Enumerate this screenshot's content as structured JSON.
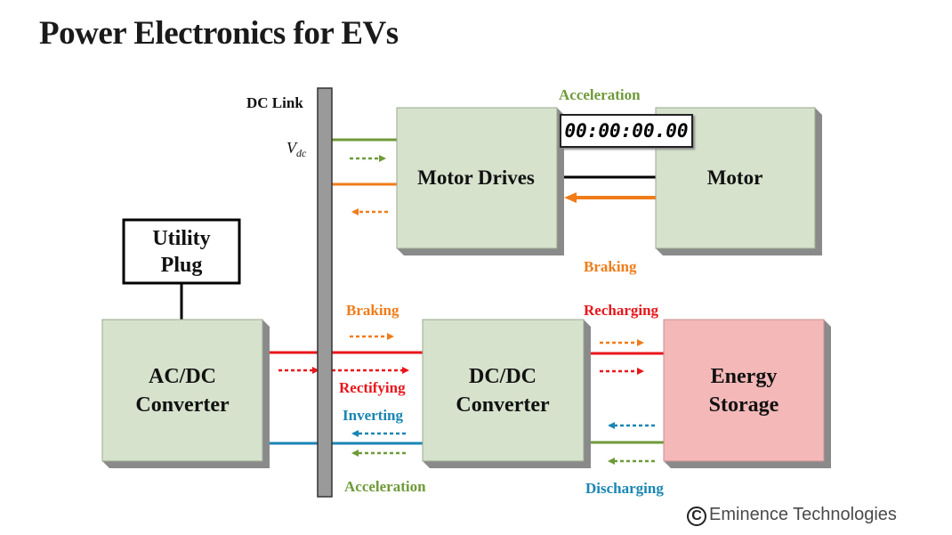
{
  "title": "Power Electronics for EVs",
  "timecode": "00:00:00.00",
  "copyright": "Eminence Technologies",
  "copyright_symbol": "C",
  "colors": {
    "acceleration": "#6f9a3a",
    "braking": "#f07c1a",
    "rectifying": "#e8161c",
    "inverting": "#1a86b3",
    "block_fill": "#d6e2cc",
    "storage_fill": "#f4b8b8"
  },
  "diagram": {
    "dc_link": {
      "label": "DC Link",
      "voltage_symbol": "V",
      "voltage_subscript": "dc"
    },
    "blocks": {
      "motor_drives": [
        "Motor Drives"
      ],
      "motor": [
        "Motor"
      ],
      "utility_plug": [
        "Utility",
        "Plug"
      ],
      "acdc": [
        "AC/DC",
        "Converter"
      ],
      "dcdc": [
        "DC/DC",
        "Converter"
      ],
      "energy_storage": [
        "Energy",
        "Storage"
      ]
    },
    "labels": {
      "acceleration_top": "Acceleration",
      "braking_motor": "Braking",
      "braking_dcdc": "Braking",
      "recharging": "Recharging",
      "rectifying": "Rectifying",
      "inverting": "Inverting",
      "acceleration_bottom": "Acceleration",
      "discharging": "Discharging"
    }
  }
}
